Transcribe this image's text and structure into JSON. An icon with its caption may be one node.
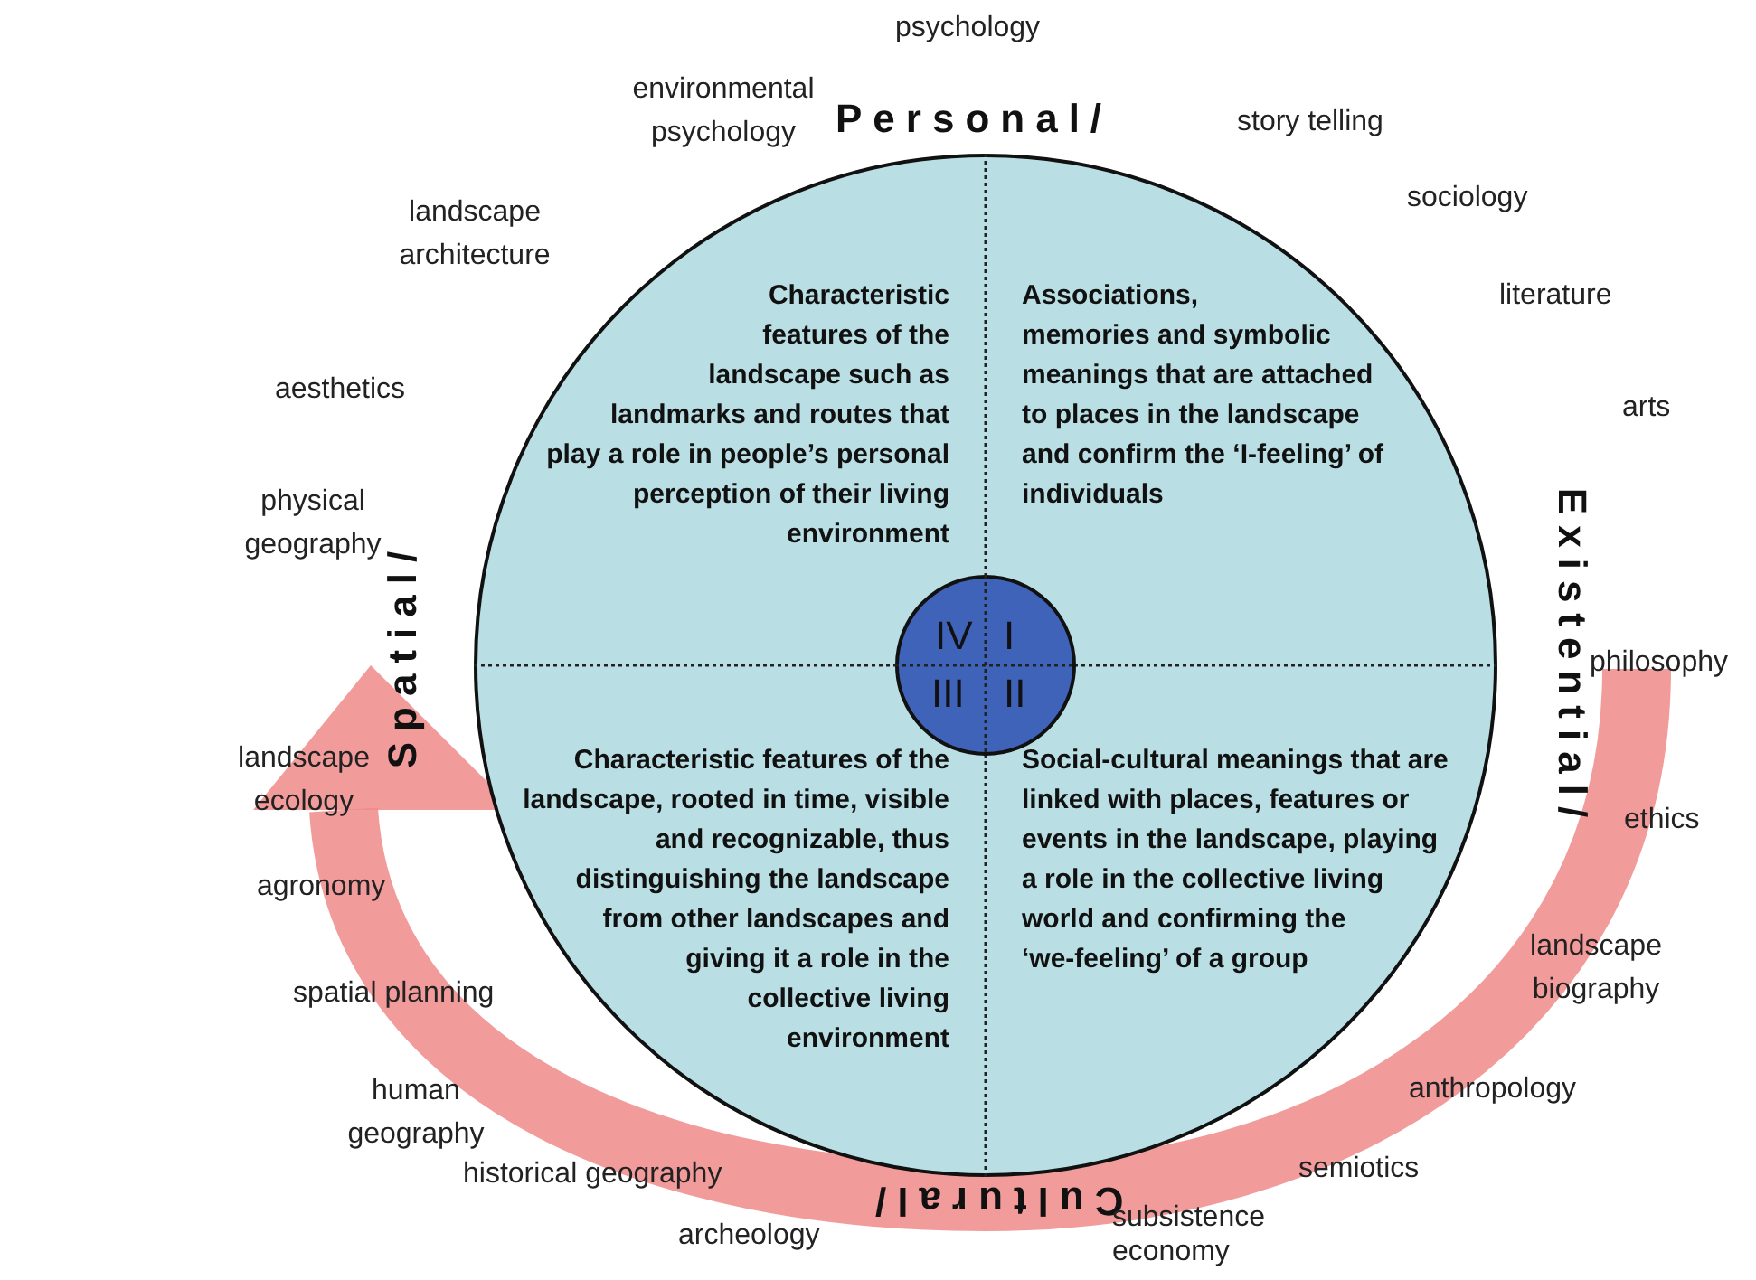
{
  "diagram": {
    "nodes": [
      {
        "text": [
          "Characteristic features of the landscape such as landmarks and routes that play a role in people’s personal perception of their living environment",
          "Associations, memories and symbolic meanings that are attached to places in the landscape and confirm the ‘I-feeling’ of individuals",
          "Characteristic features of the landscape, rooted in time, visible and recognizable, thus distinguishing the landscape from other landscapes and giving it a role in the collective living environment",
          "Social-cultural meanings that are linked with places, features or events in the landscape, playing a role in the collective living world and confirming the ‘we-feeling’ of a group"
        ]
      },
      {
        "text": [
          "IV",
          "I",
          "III",
          "II"
        ],
        "in": 0
      }
    ],
    "labels": [
      "psychology",
      "environmental psychology",
      "story telling",
      "Personal/",
      "landscape architecture",
      "sociology",
      "literature",
      "aesthetics",
      "arts",
      "physical geography",
      "Existential/",
      "Spatial/",
      "philosophy",
      "landscape ecology",
      "ethics",
      "agronomy",
      "landscape biography",
      "spatial planning",
      "anthropology",
      "human geography",
      "historical geography",
      "semiotics",
      "Cultural/",
      "archeology",
      "subsistence economy"
    ]
  }
}
